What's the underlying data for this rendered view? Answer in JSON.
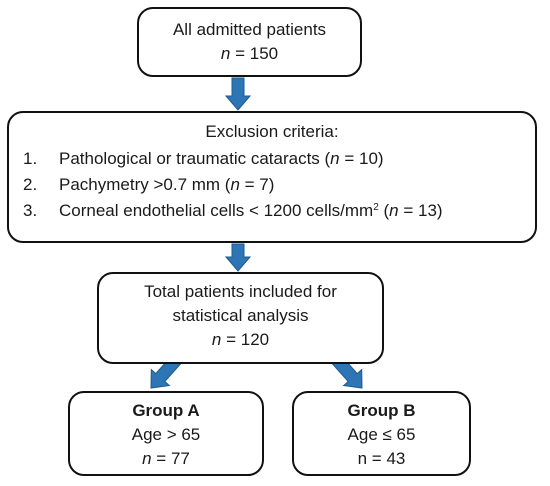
{
  "colors": {
    "arrow": "#2E75B6",
    "border": "#111111"
  },
  "admitted": {
    "title": "All admitted patients",
    "n_label": "n",
    "n_value": " = 150"
  },
  "exclusion": {
    "title": "Exclusion criteria:",
    "items": [
      {
        "num": "1.",
        "text": "Pathological or traumatic cataracts (",
        "n_label": "n",
        "n_tail": " = 10)"
      },
      {
        "num": "2.",
        "text": "Pachymetry >0.7 mm (",
        "n_label": "n",
        "n_tail": " = 7)"
      },
      {
        "num": "3.",
        "text": "Corneal endothelial cells < 1200 cells/mm",
        "sup": "2",
        "mid": " (",
        "n_label": "n",
        "n_tail": " = 13)"
      }
    ]
  },
  "included": {
    "line1": "Total patients included for",
    "line2": "statistical analysis",
    "n_label": "n",
    "n_value": " = 120"
  },
  "groupA": {
    "title": "Group A",
    "criterion": "Age > 65",
    "n_label": "n",
    "n_value": " = 77"
  },
  "groupB": {
    "title": "Group B",
    "criterion": "Age ≤ 65",
    "n_value_plain": "n = 43"
  }
}
